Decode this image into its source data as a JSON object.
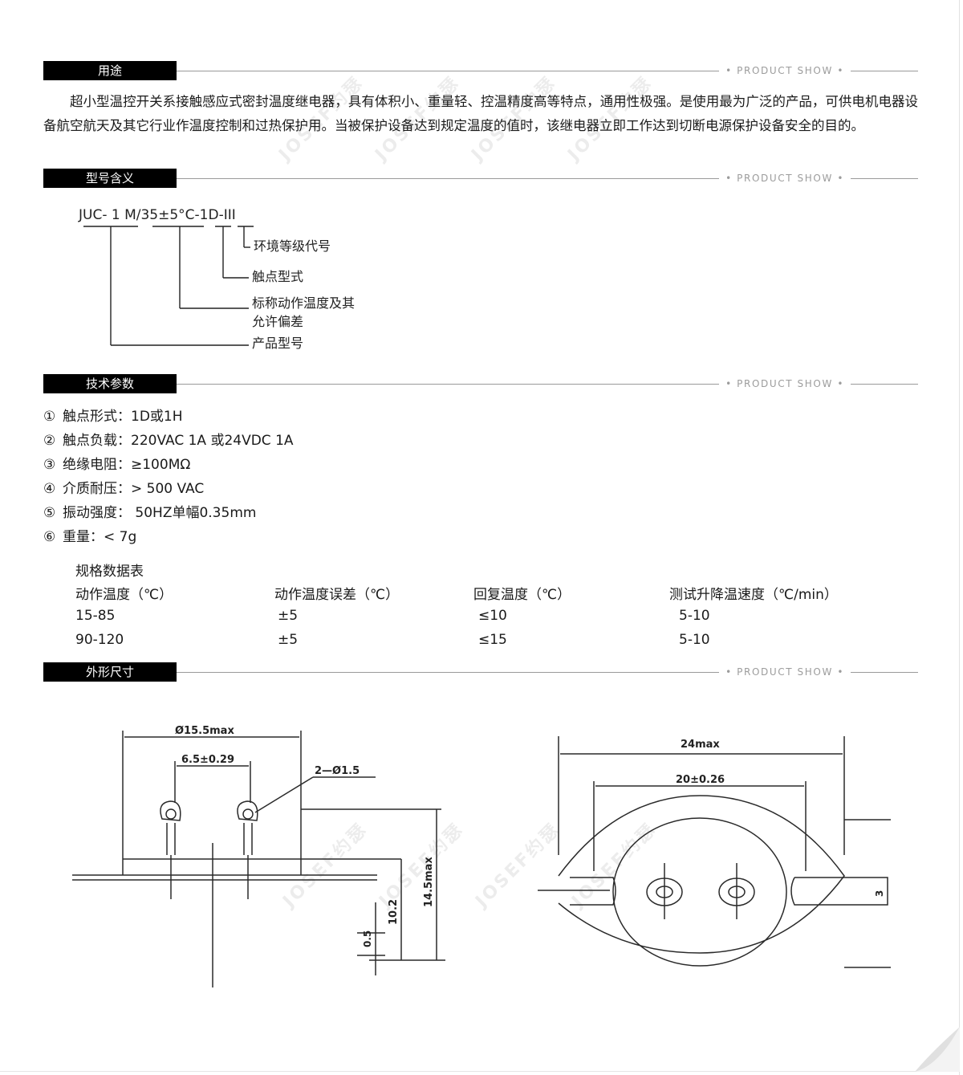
{
  "sections": {
    "usage": {
      "label": "用途",
      "tag": "• PRODUCT SHOW •"
    },
    "model": {
      "label": "型号含义",
      "tag": "• PRODUCT SHOW •"
    },
    "tech": {
      "label": "技术参数",
      "tag": "• PRODUCT SHOW •"
    },
    "dims": {
      "label": "外形尺寸",
      "tag": "• PRODUCT SHOW •"
    }
  },
  "usage_text": "超小型温控开关系接触感应式密封温度继电器，具有体积小、重量轻、控温精度高等特点，通用性极强。是使用最为广泛的产品，可供电机电器设备航空航天及其它行业作温度控制和过热保护用。当被保护设备达到规定温度的值时，该继电器立即工作达到切断电源保护设备安全的目的。",
  "model_diagram": {
    "code": "JUC- 1 M/35±5°C-1D-III",
    "labels": [
      "环境等级代号",
      "触点型式",
      "标称动作温度及其",
      "允许偏差",
      "产品型号"
    ]
  },
  "params": [
    {
      "num": "①",
      "text": "触点形式：1D或1H"
    },
    {
      "num": "②",
      "text": "触点负载：220VAC 1A 或24VDC 1A"
    },
    {
      "num": "③",
      "text": "绝缘电阻：≥100MΩ"
    },
    {
      "num": "④",
      "text": "介质耐压：> 500 VAC"
    },
    {
      "num": "⑤",
      "text": "振动强度： 50HZ单幅0.35mm"
    },
    {
      "num": "⑥",
      "text": "重量：< 7g"
    }
  ],
  "spec_table": {
    "title": "规格数据表",
    "headers": [
      "动作温度（℃）",
      "动作温度误差（℃）",
      "回复温度（℃）",
      "测试升降温速度（℃/min）"
    ],
    "rows": [
      [
        "15-85",
        "±5",
        "≤10",
        "5-10"
      ],
      [
        "90-120",
        "±5",
        "≤15",
        "5-10"
      ]
    ]
  },
  "drawing": {
    "dim_diameter": "Ø15.5max",
    "dim_pitch": "6.5±0.29",
    "dim_holes": "2—Ø1.5",
    "dim_height": "14.5max",
    "dim_body": "10.2",
    "dim_plate": "0.5",
    "dim_width": "24max",
    "dim_span": "20±0.26",
    "dim_lead": "3"
  },
  "watermark": "JOSEF约瑟"
}
